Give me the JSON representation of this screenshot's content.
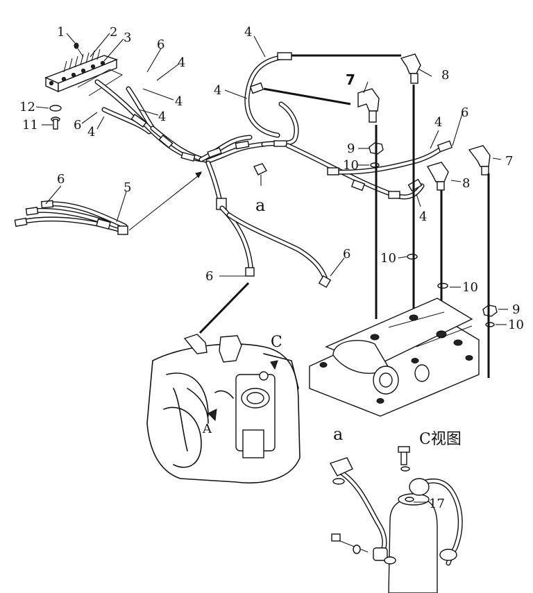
{
  "labels": {
    "p1": "1",
    "p2": "2",
    "p3": "3",
    "p4a": "4",
    "p4b": "4",
    "p4c": "4",
    "p4d": "4",
    "p4e": "4",
    "p4f": "4",
    "p4g": "4",
    "p4h": "4",
    "p5": "5",
    "p6a": "6",
    "p6b": "6",
    "p6c": "6",
    "p6d": "6",
    "p6e": "6",
    "p6f": "6",
    "p7a": "7",
    "p7b": "7",
    "p8a": "8",
    "p8b": "8",
    "p9a": "9",
    "p9b": "9",
    "p10a": "10",
    "p10b": "10",
    "p10c": "10",
    "p10d": "10",
    "p11": "11",
    "p12": "12",
    "p17": "17",
    "letter_a1": "a",
    "letter_a2": "a",
    "view_c": "C",
    "view_c_title": "C视图",
    "arrow_a": "A"
  }
}
